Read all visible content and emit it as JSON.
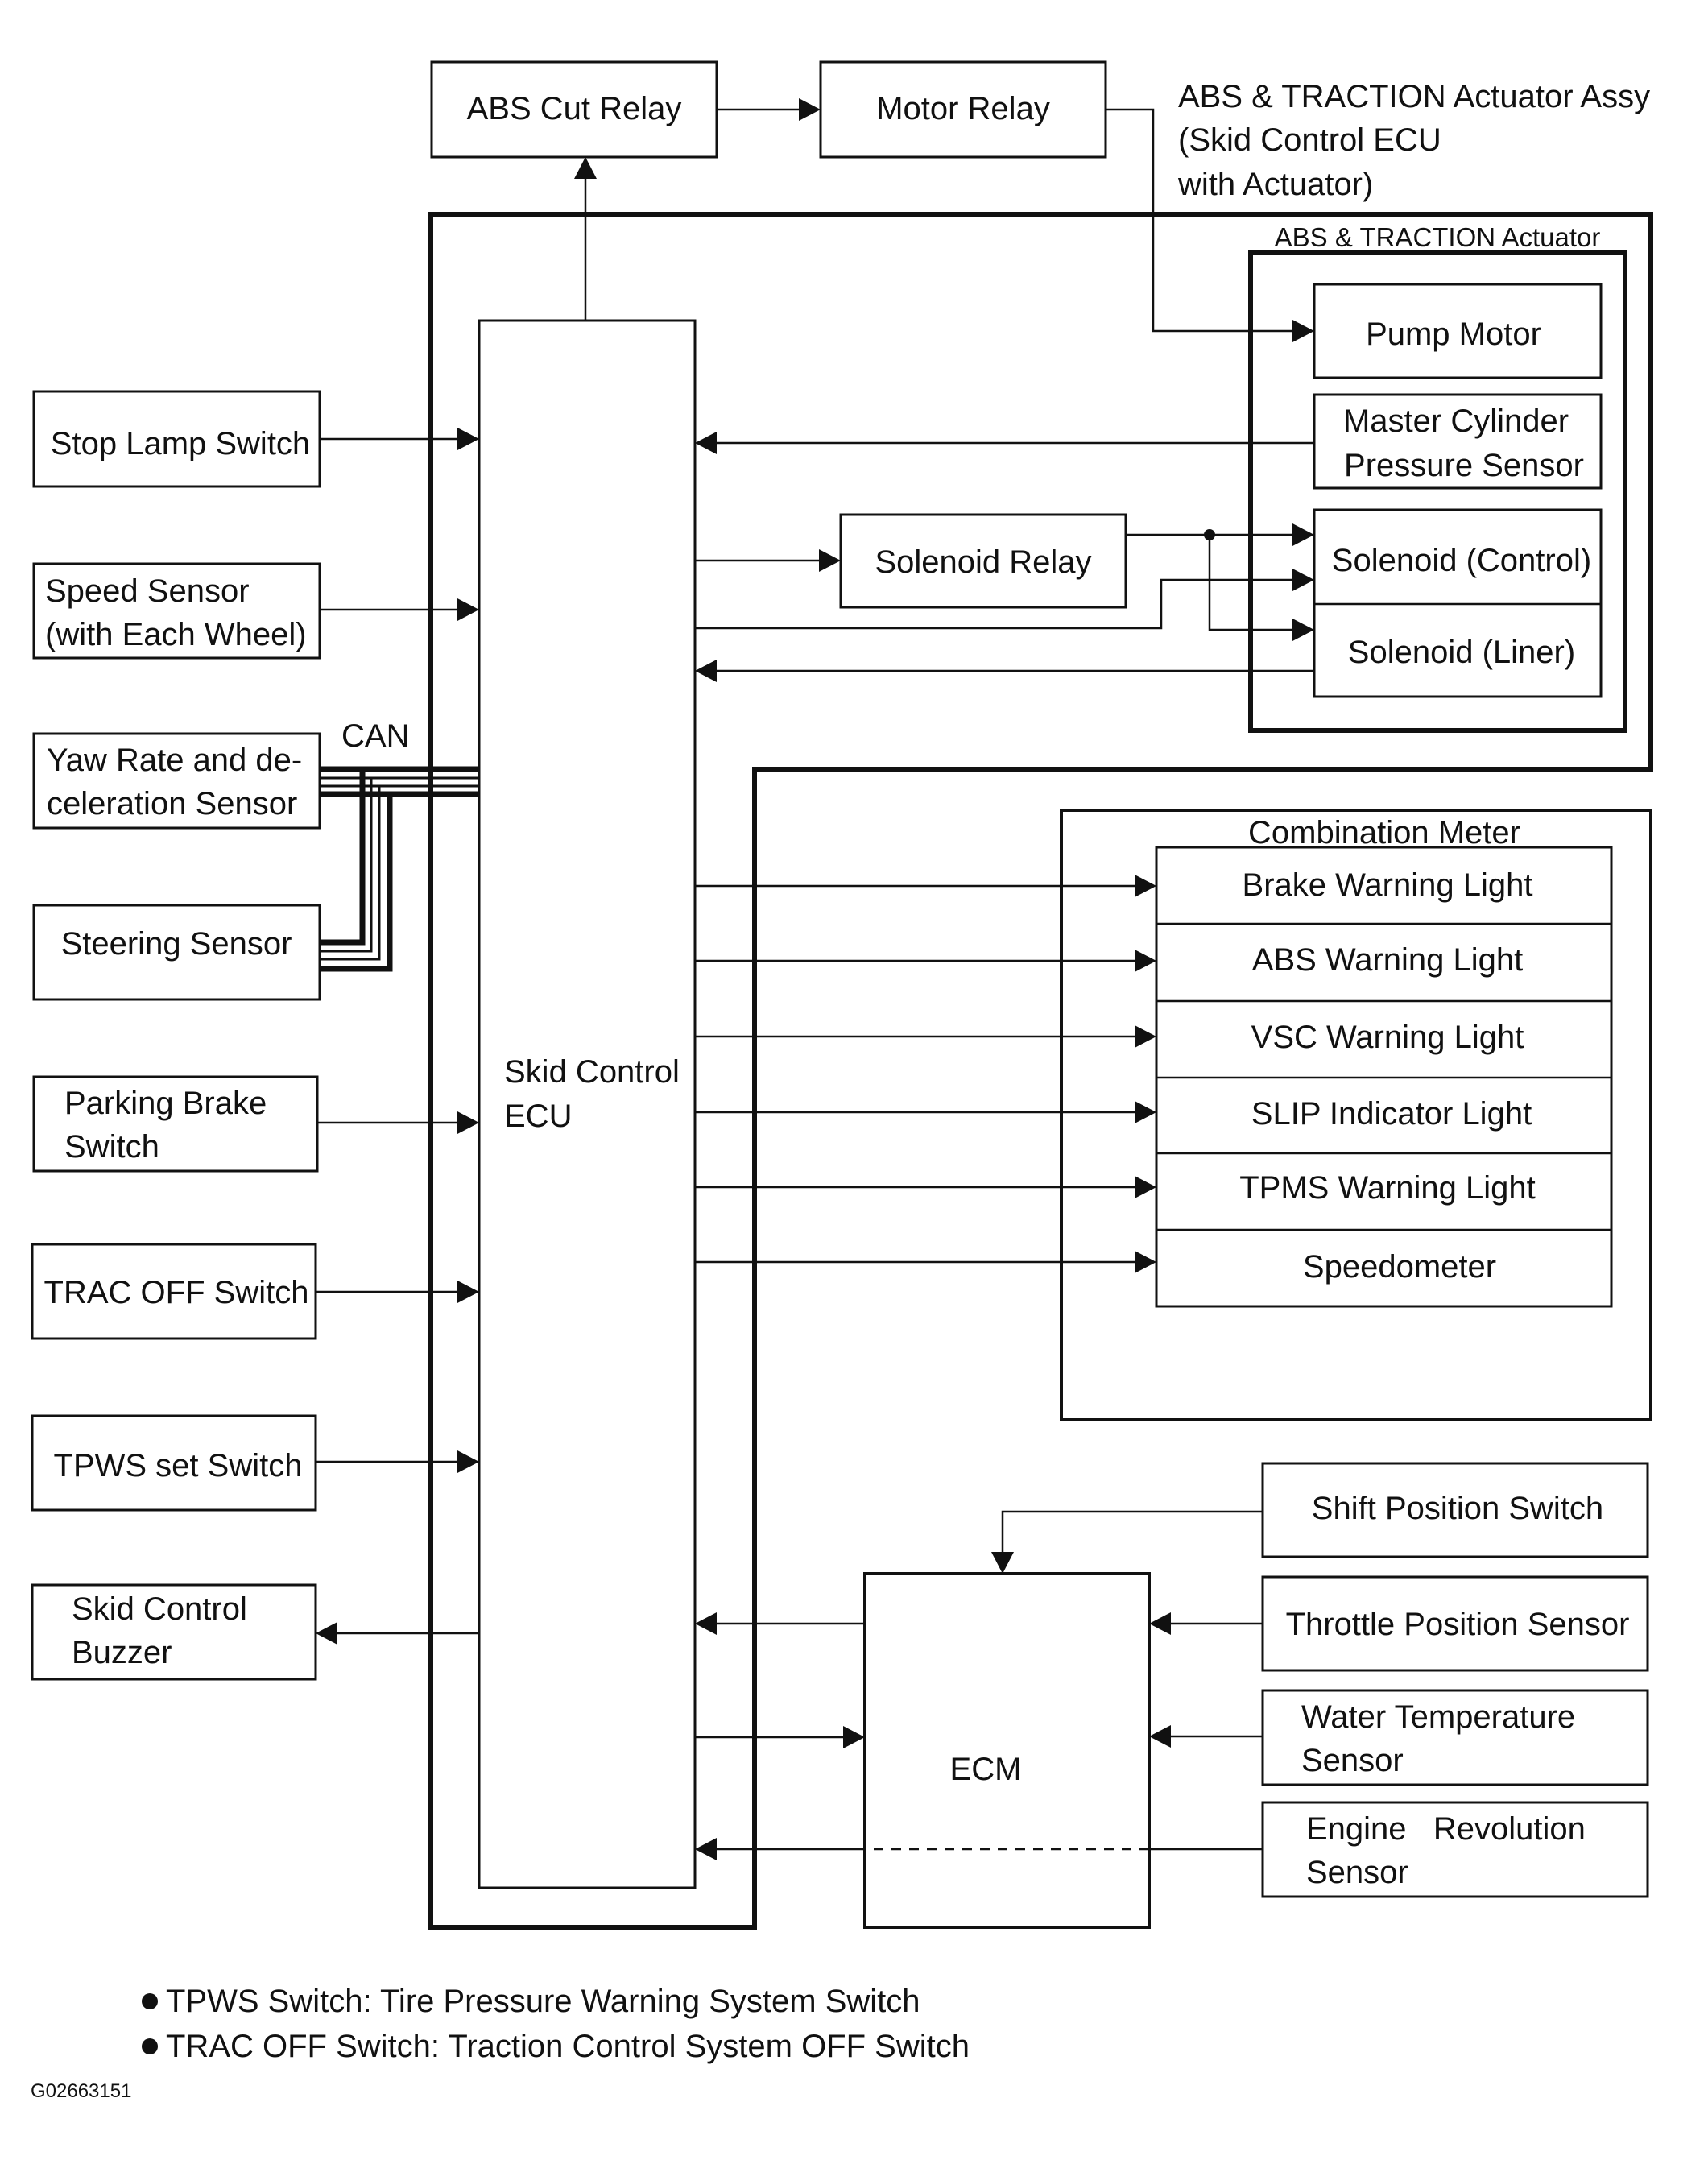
{
  "labels": {
    "abs_cut_relay": "ABS Cut Relay",
    "motor_relay": "Motor Relay",
    "actuator_assy": [
      "ABS & TRACTION Actuator Assy",
      "(Skid Control ECU",
      "with Actuator)"
    ],
    "actuator_title": "ABS & TRACTION Actuator",
    "pump_motor": "Pump Motor",
    "master_cylinder": [
      "Master Cylinder",
      "Pressure Sensor"
    ],
    "solenoid_relay": "Solenoid Relay",
    "solenoid_control": "Solenoid (Control)",
    "solenoid_liner": "Solenoid (Liner)",
    "stop_lamp_switch": "Stop Lamp Switch",
    "speed_sensor": [
      "Speed Sensor",
      "(with Each Wheel)"
    ],
    "can": "CAN",
    "yaw_rate_sensor": [
      "Yaw Rate and de-",
      "celeration Sensor"
    ],
    "steering_sensor": "Steering Sensor",
    "parking_brake_switch": [
      "Parking Brake",
      "Switch"
    ],
    "trac_off_switch": "TRAC OFF Switch",
    "tpws_set_switch": "TPWS set Switch",
    "skid_control_buzzer": [
      "Skid Control",
      "Buzzer"
    ],
    "skid_control_ecu": [
      "Skid Control",
      "ECU"
    ],
    "combination_meter": "Combination Meter",
    "meter_items": [
      "Brake Warning Light",
      "ABS Warning Light",
      "VSC Warning Light",
      "SLIP Indicator Light",
      "TPMS Warning Light",
      "Speedometer"
    ],
    "ecm": "ECM",
    "shift_position_switch": "Shift Position Switch",
    "throttle_position_sensor": "Throttle Position Sensor",
    "water_temperature_sensor": [
      "Water Temperature",
      "Sensor"
    ],
    "engine_revolution_sensor": [
      "Engine   Revolution",
      "Sensor"
    ]
  },
  "notes": [
    "TPWS Switch: Tire Pressure Warning System Switch",
    "TRAC OFF Switch: Traction Control System OFF Switch"
  ],
  "code": "G02663151"
}
